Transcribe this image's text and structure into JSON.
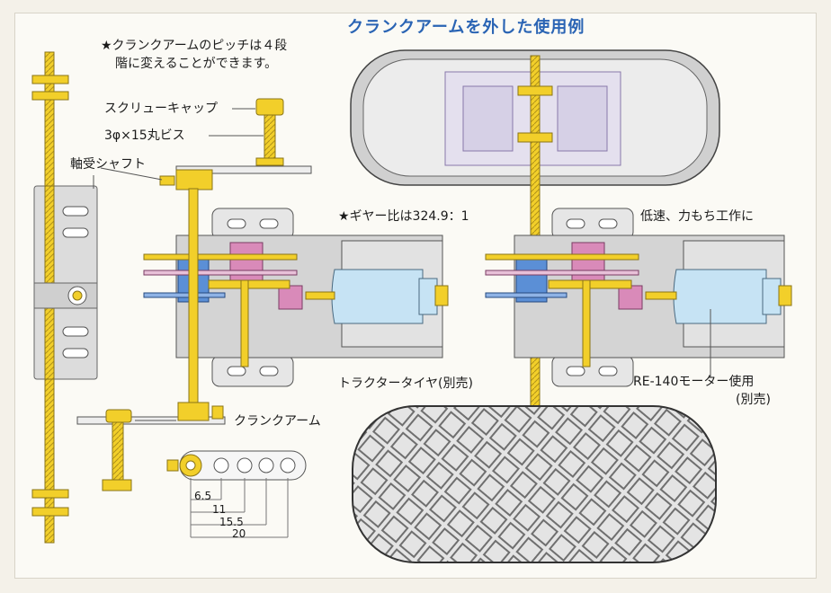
{
  "title": "クランクアームを外した使用例",
  "notes": {
    "pitch_line1": "★クランクアームのピッチは４段",
    "pitch_line2": "階に変えることができます。",
    "gear_ratio": "★ギヤー比は324.9：1",
    "low_speed": "低速、力もち工作に"
  },
  "parts": {
    "screw_cap": "スクリューキャップ",
    "screw": "3φ×15丸ビス",
    "bearing_shaft": "軸受シャフト",
    "crank_arm": "クランクアーム",
    "tractor_tire": "トラクタータイヤ(別売)",
    "motor_line1": "RE-140モーター使用",
    "motor_line2": "(別売)"
  },
  "dimensions": [
    "6.5",
    "11",
    "15.5",
    "20"
  ],
  "colors": {
    "title_blue": "#2a64b4",
    "shaft_yellow": "#f2cf2a",
    "gear_pink": "#d98ab9",
    "gear_blue": "#5b8fd6",
    "motor_blue": "#c6e3f4",
    "housing_gray": "#d9d9d9",
    "tire_gray": "#d3d3d3"
  }
}
